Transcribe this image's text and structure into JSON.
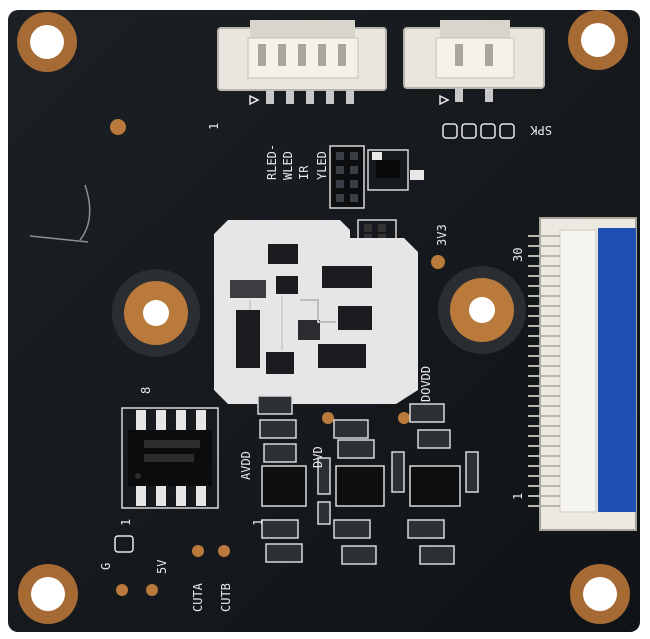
{
  "board": {
    "pcb_color": "#16191d",
    "pad_color": "#b97a3c",
    "shield_color": "#e6e6e6",
    "connector_color": "#e8e6df",
    "fpc_blue": "#1e4fb3",
    "silk_color": "#e8e8e8"
  },
  "labels": {
    "rled": "RLED-",
    "wled": "WLED",
    "ir": "IR",
    "yled": "YLED",
    "spk": "SPK",
    "v3v3": "3V3",
    "pin30": "30",
    "pin1_fpc": "1",
    "pin1_top": "1",
    "pin8": "8",
    "pin1_chip": "1",
    "avdd": "AVDD",
    "dvdd": "DVD",
    "dovdd": "DOVDD",
    "pin1_reg": "1",
    "g": "G",
    "v5": "5V",
    "cuta": "CUTA",
    "cutb": "CUTB"
  }
}
